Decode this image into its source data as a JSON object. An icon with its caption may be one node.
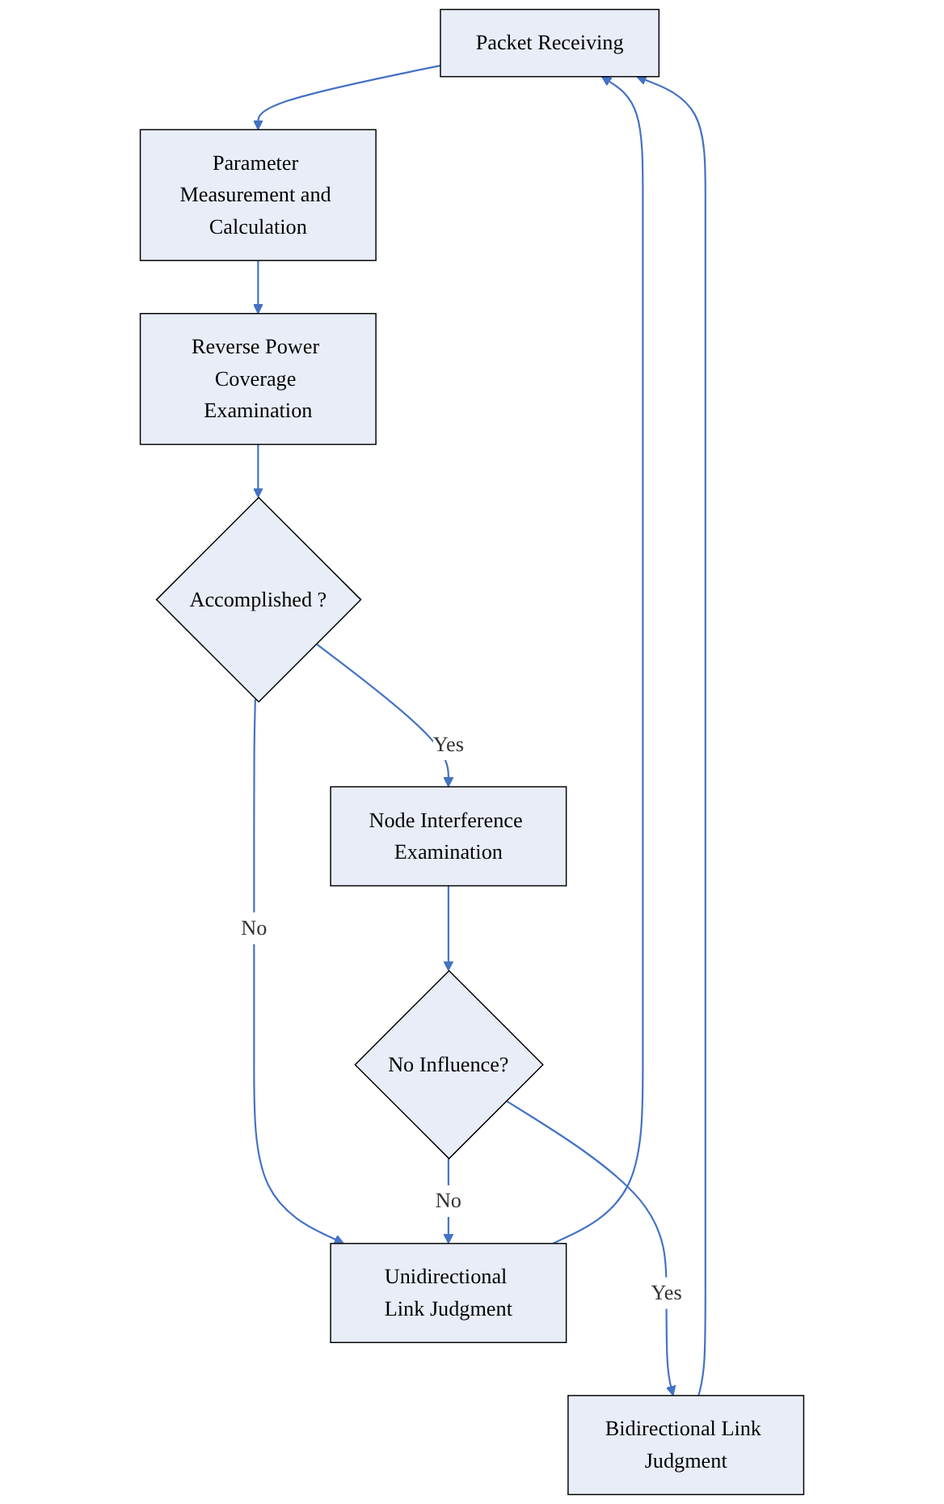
{
  "diagram": {
    "nodes": [
      {
        "text": [
          "Packet Receiving"
        ]
      },
      {
        "text": [
          "Parameter Measurement and Calculation"
        ]
      },
      {
        "text": [
          "Reverse Power Coverage Examination"
        ]
      },
      {
        "text": [
          "Accomplished ?"
        ]
      },
      {
        "text": [
          "Node Interference Examination"
        ]
      },
      {
        "text": [
          "No Influence?"
        ]
      },
      {
        "text": [
          "Unidirectional Link Judgment"
        ]
      },
      {
        "text": [
          "Bidirectional Link Judgment"
        ]
      }
    ],
    "edges": [
      {
        "from": 0,
        "to": 1,
        "arrow": "to"
      },
      {
        "from": 1,
        "to": 2,
        "arrow": "to"
      },
      {
        "from": 2,
        "to": 3,
        "arrow": "to"
      },
      {
        "from": 3,
        "to": 4,
        "arrow": "to",
        "label": "Yes"
      },
      {
        "from": 3,
        "to": 6,
        "arrow": "to",
        "label": "No"
      },
      {
        "from": 4,
        "to": 5,
        "arrow": "to"
      },
      {
        "from": 5,
        "to": 6,
        "arrow": "to",
        "label": "No"
      },
      {
        "from": 5,
        "to": 7,
        "arrow": "to",
        "label": "Yes"
      },
      {
        "from": 6,
        "to": 0,
        "arrow": "to"
      },
      {
        "from": 7,
        "to": 0,
        "arrow": "to"
      }
    ]
  }
}
